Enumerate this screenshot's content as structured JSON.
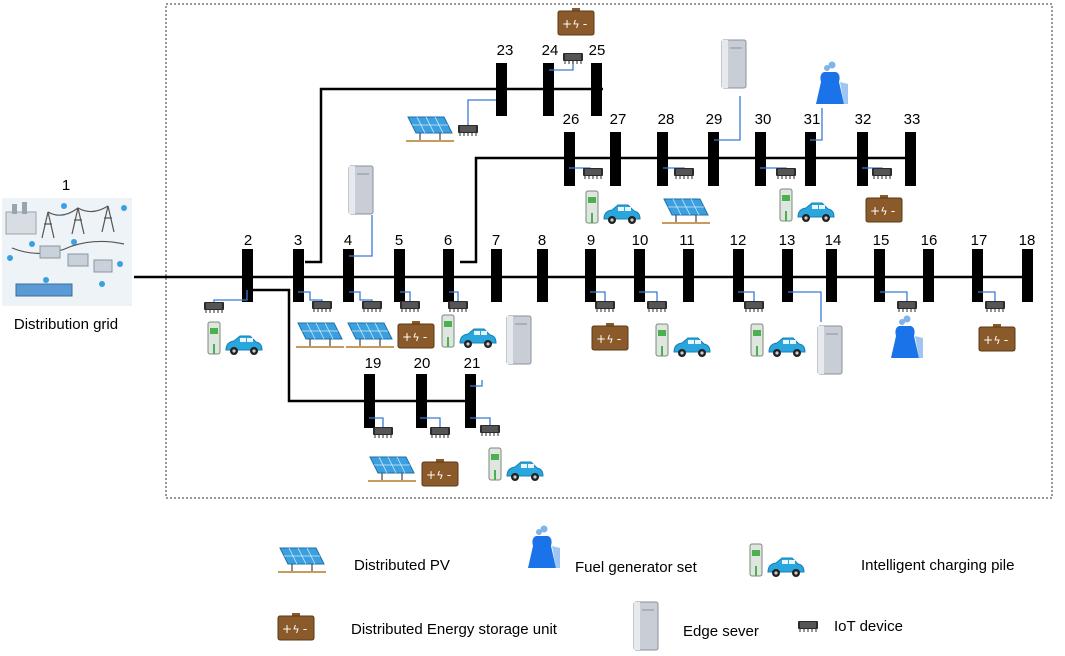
{
  "grid": {
    "node_number": "1",
    "label": "Distribution grid"
  },
  "buses": [
    "2",
    "3",
    "4",
    "5",
    "6",
    "7",
    "8",
    "9",
    "10",
    "11",
    "12",
    "13",
    "14",
    "15",
    "16",
    "17",
    "18",
    "19",
    "20",
    "21",
    "23",
    "24",
    "25",
    "26",
    "27",
    "28",
    "29",
    "30",
    "31",
    "32",
    "33"
  ],
  "legend": {
    "pv": "Distributed PV",
    "fuel": "Fuel generator set",
    "charging": "Intelligent charging pile",
    "storage": "Distributed Energy storage unit",
    "edge": "Edge sever",
    "iot": "IoT device"
  },
  "colors": {
    "line": "#000000",
    "link": "#3a7bd5",
    "pv": "#3aa0e0",
    "storage": "#8b5a2b",
    "fuel": "#1a73e8",
    "car": "#2aa6df",
    "server": "#c9ced6"
  }
}
